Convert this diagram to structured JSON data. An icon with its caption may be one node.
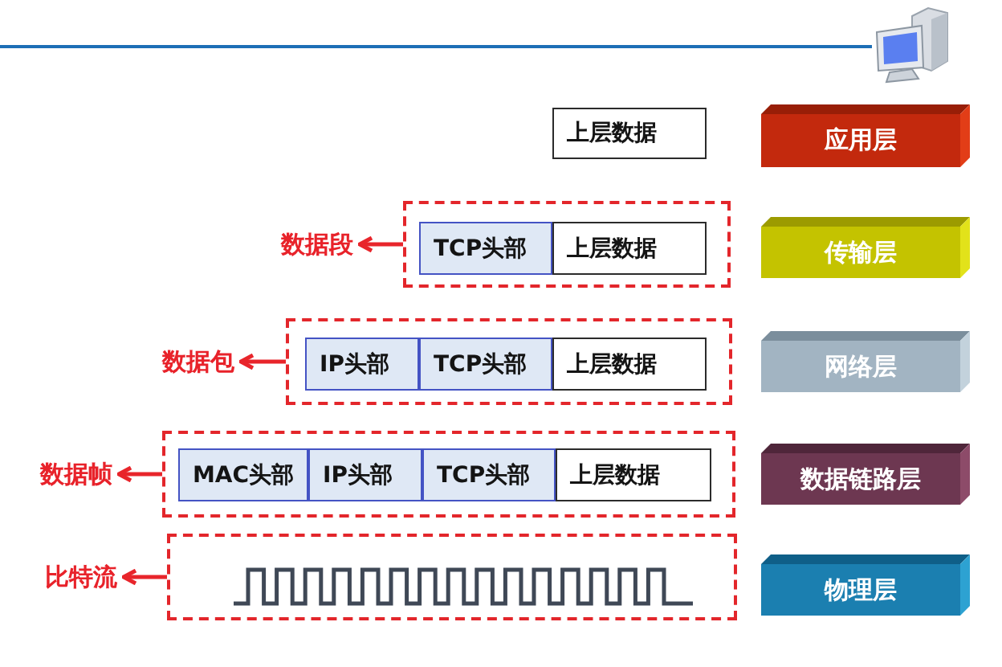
{
  "diagram": {
    "nodes": [
      {
        "text": [
          "上层数据"
        ]
      },
      {
        "text": [
          "应用层"
        ]
      },
      {
        "text": [
          "数据段"
        ]
      },
      {
        "text": [],
        "shape": "box"
      },
      {
        "text": [
          "TCP头部"
        ],
        "in": 3
      },
      {
        "text": [
          "上层数据"
        ],
        "in": 3
      },
      {
        "text": [
          "传输层"
        ]
      },
      {
        "text": [
          "数据包"
        ]
      },
      {
        "text": [],
        "shape": "box"
      },
      {
        "text": [
          "IP头部"
        ],
        "in": 8
      },
      {
        "text": [
          "TCP头部"
        ],
        "in": 8
      },
      {
        "text": [
          "上层数据"
        ],
        "in": 8
      },
      {
        "text": [
          "网络层"
        ]
      },
      {
        "text": [
          "数据帧"
        ]
      },
      {
        "text": [],
        "shape": "box"
      },
      {
        "text": [
          "MAC头部"
        ],
        "in": 14
      },
      {
        "text": [
          "IP头部"
        ],
        "in": 14
      },
      {
        "text": [
          "TCP头部"
        ],
        "in": 14
      },
      {
        "text": [
          "上层数据"
        ],
        "in": 14
      },
      {
        "text": [
          "数据链路层"
        ]
      },
      {
        "text": [
          "比特流"
        ]
      },
      {
        "text": [],
        "shape": "box"
      },
      {
        "text": [
          "物理层"
        ]
      }
    ],
    "edges": [
      {
        "from": 3,
        "to": 2,
        "arrow": "to"
      },
      {
        "from": 8,
        "to": 7,
        "arrow": "to"
      },
      {
        "from": 14,
        "to": 13,
        "arrow": "to"
      },
      {
        "from": 21,
        "to": 20,
        "arrow": "to"
      }
    ]
  }
}
